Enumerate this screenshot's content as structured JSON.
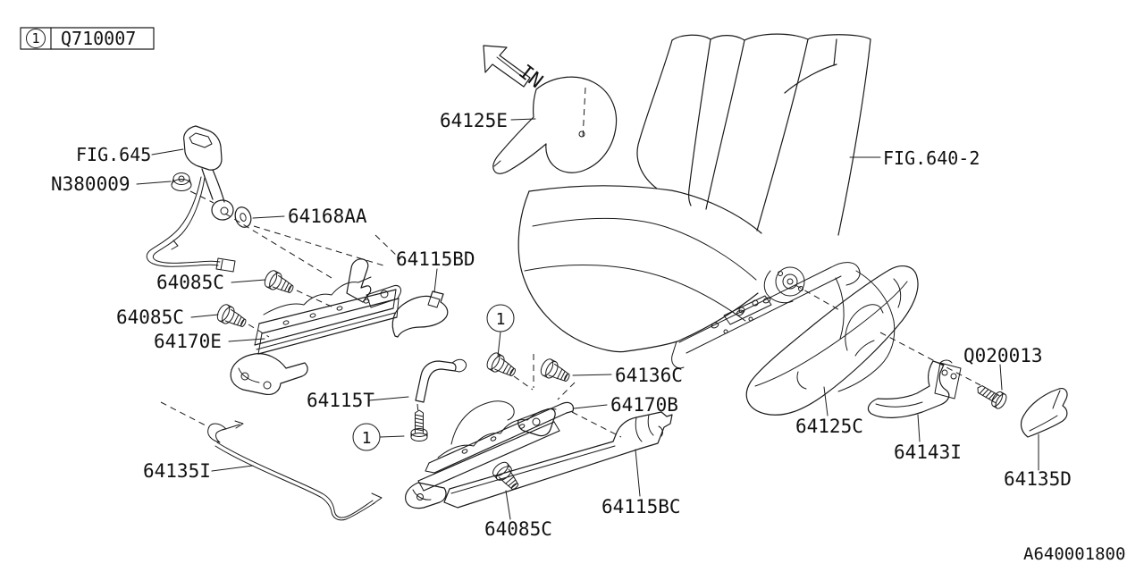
{
  "page": {
    "background": "#ffffff",
    "line_color": "#1a1a1a",
    "text_color": "#111111",
    "drawing_number": "A640001800"
  },
  "legend": {
    "index": "1",
    "part_number": "Q710007"
  },
  "direction_arrow": {
    "text": "IN"
  },
  "labels": {
    "fig645": "FIG.645",
    "n380009": "N380009",
    "x64168aa": "64168AA",
    "x64085c": "64085C",
    "x64170e": "64170E",
    "x64115bd": "64115BD",
    "x64115t": "64115T",
    "x64135i": "64135I",
    "x64115bc": "64115BC",
    "x64136c": "64136C",
    "x64170b": "64170B",
    "x64125e": "64125E",
    "fig640_2": "FIG.640-2",
    "x64125c": "64125C",
    "x64143i": "64143I",
    "q020013": "Q020013",
    "x64135d": "64135D",
    "ref1": "1"
  }
}
